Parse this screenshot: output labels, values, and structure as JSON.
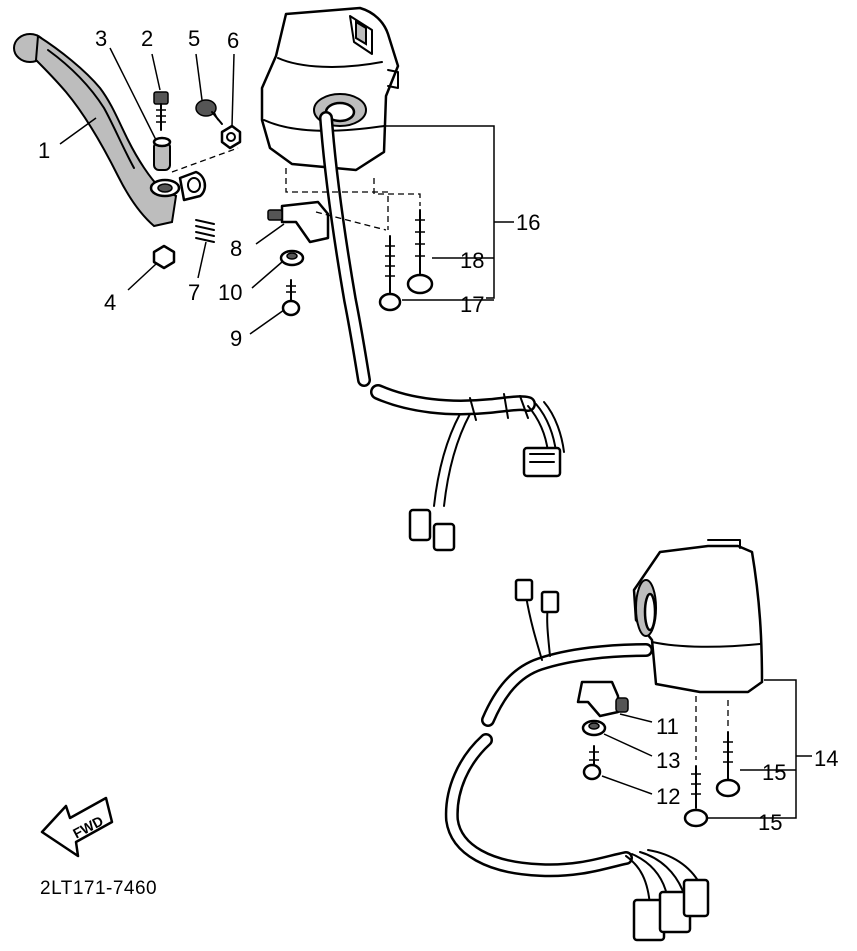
{
  "diagram": {
    "part_numbers": {
      "p1": "1",
      "p2": "2",
      "p3": "3",
      "p4": "4",
      "p5": "5",
      "p6": "6",
      "p7": "7",
      "p8": "8",
      "p9": "9",
      "p10": "10",
      "p11": "11",
      "p12": "12",
      "p13": "13",
      "p14": "14",
      "p15a": "15",
      "p15b": "15",
      "p16": "16",
      "p17": "17",
      "p18": "18"
    },
    "fwd_label": "FWD",
    "drawing_code": "2LT171-7460"
  }
}
